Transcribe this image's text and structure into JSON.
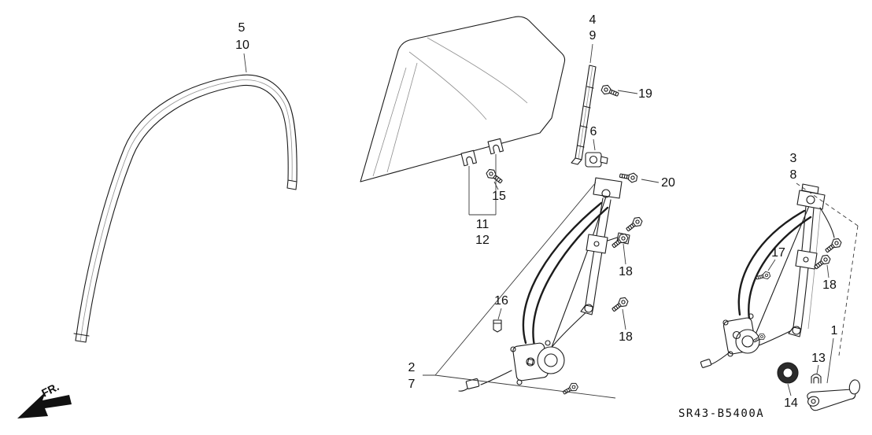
{
  "figure": {
    "part_code": "SR43-B5400A",
    "orientation_label": "FR."
  },
  "callouts": [
    {
      "text": "5"
    },
    {
      "text": "10"
    },
    {
      "text": "4"
    },
    {
      "text": "9"
    },
    {
      "text": "19"
    },
    {
      "text": "6"
    },
    {
      "text": "20"
    },
    {
      "text": "15"
    },
    {
      "text": "11"
    },
    {
      "text": "12"
    },
    {
      "text": "3"
    },
    {
      "text": "8"
    },
    {
      "text": "17"
    },
    {
      "text": "18"
    },
    {
      "text": "18"
    },
    {
      "text": "18"
    },
    {
      "text": "16"
    },
    {
      "text": "2"
    },
    {
      "text": "7"
    },
    {
      "text": "1"
    },
    {
      "text": "13"
    },
    {
      "text": "14"
    }
  ]
}
